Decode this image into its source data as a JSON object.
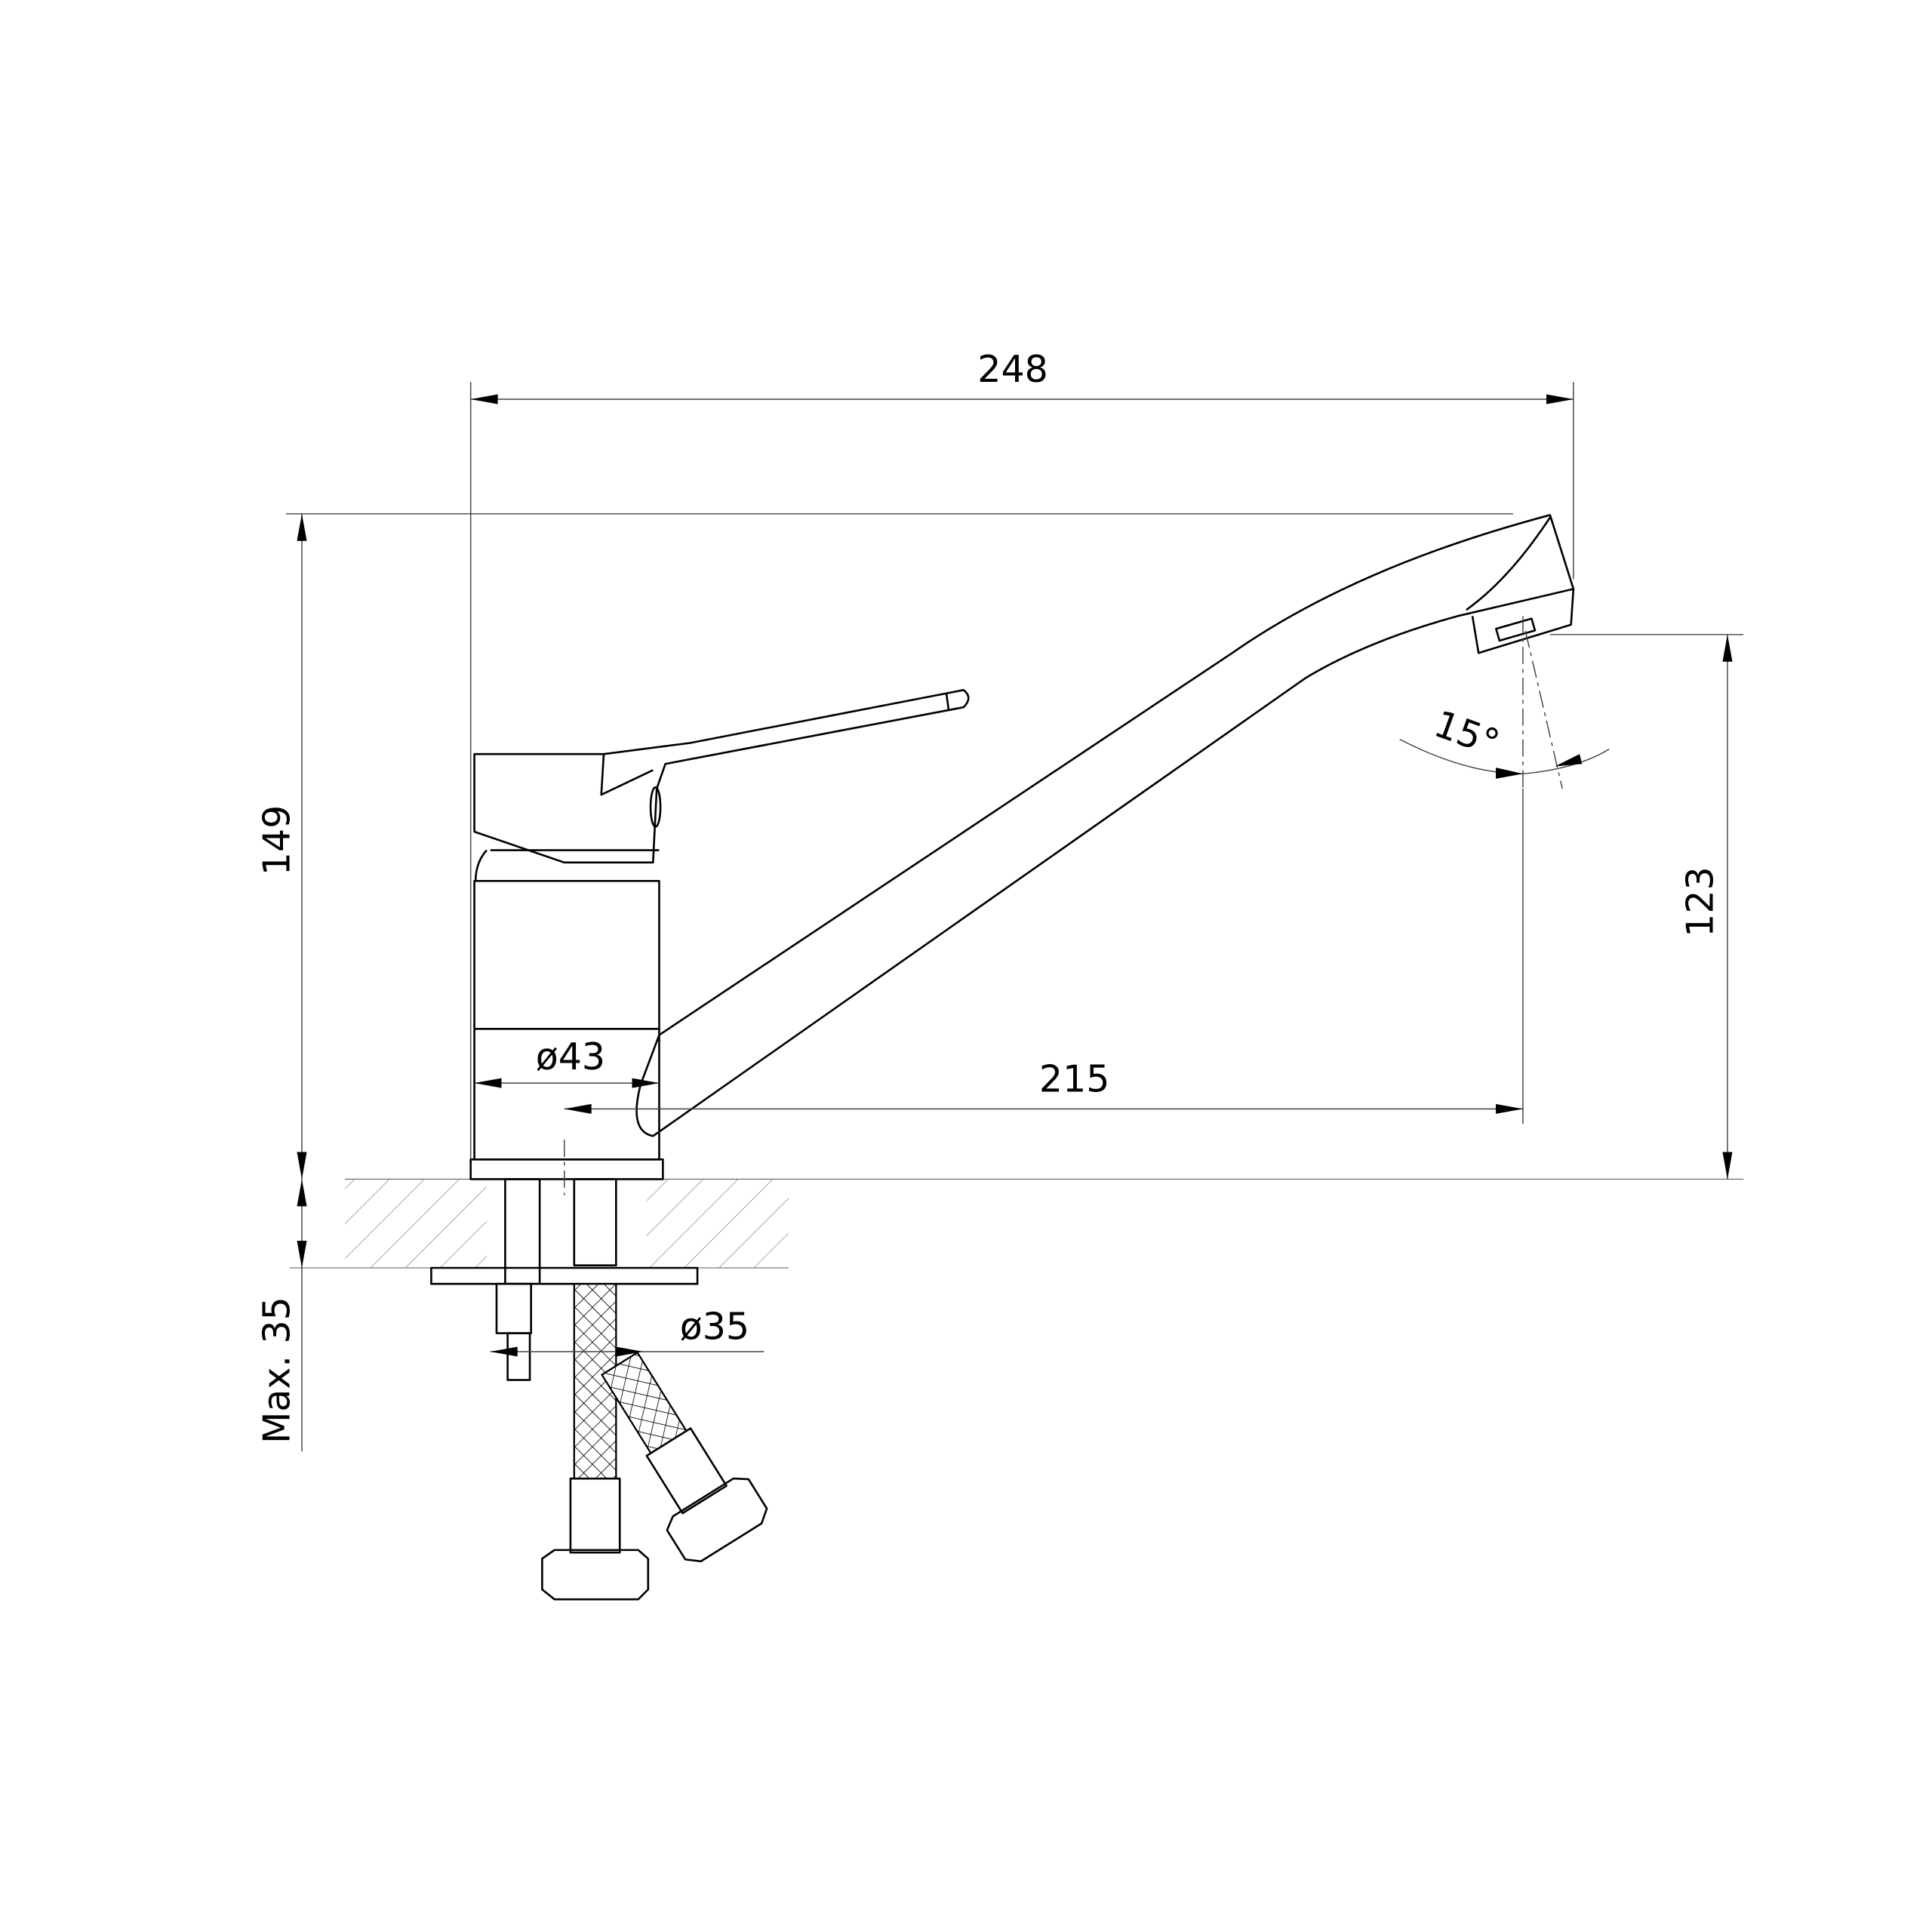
{
  "drawing": {
    "title": "Single-lever kitchen faucet dimension drawing",
    "units": "mm",
    "dimensions": {
      "overall_length": "248",
      "overall_height": "149",
      "spout_reach": "215",
      "spout_outlet_height": "123",
      "body_diameter": "ø43",
      "mounting_hole_diameter": "ø35",
      "max_countertop_thickness": "Max. 35",
      "spout_angle": "15°"
    }
  }
}
